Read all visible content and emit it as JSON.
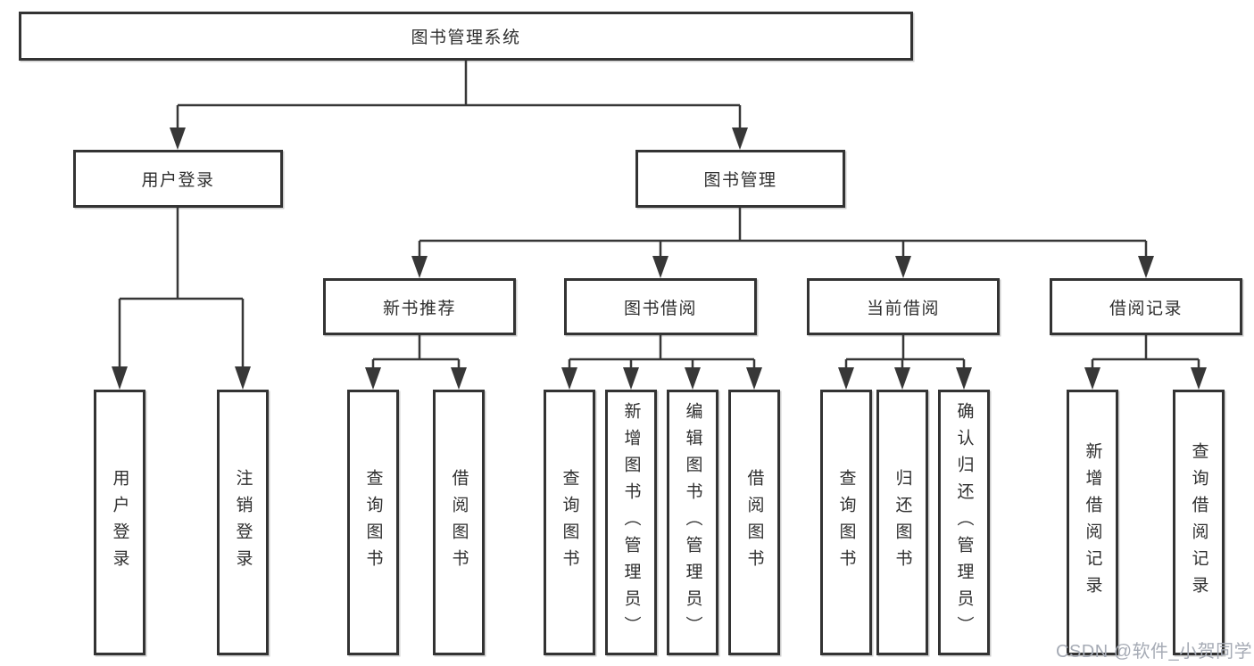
{
  "tree": {
    "label": "图书管理系统",
    "children": [
      {
        "label": "用户登录",
        "children": [
          {
            "label": "用户登录"
          },
          {
            "label": "注销登录"
          }
        ]
      },
      {
        "label": "图书管理",
        "children": [
          {
            "label": "新书推荐",
            "children": [
              {
                "label": "查询图书"
              },
              {
                "label": "借阅图书"
              }
            ]
          },
          {
            "label": "图书借阅",
            "children": [
              {
                "label": "查询图书"
              },
              {
                "label": "新增图书（管理员）"
              },
              {
                "label": "编辑图书（管理员）"
              },
              {
                "label": "借阅图书"
              }
            ]
          },
          {
            "label": "当前借阅",
            "children": [
              {
                "label": "查询图书"
              },
              {
                "label": "归还图书"
              },
              {
                "label": "确认归还（管理员）"
              }
            ]
          },
          {
            "label": "借阅记录",
            "children": [
              {
                "label": "新增借阅记录"
              },
              {
                "label": "查询借阅记录"
              }
            ]
          }
        ]
      }
    ]
  },
  "watermark": {
    "text": "CSDN @软件_小贺同学"
  },
  "colors": {
    "line": "#373737",
    "border": "#333333",
    "fill": "#ffffff",
    "text": "#2f2f2f",
    "watermark": "#a6abb5"
  }
}
